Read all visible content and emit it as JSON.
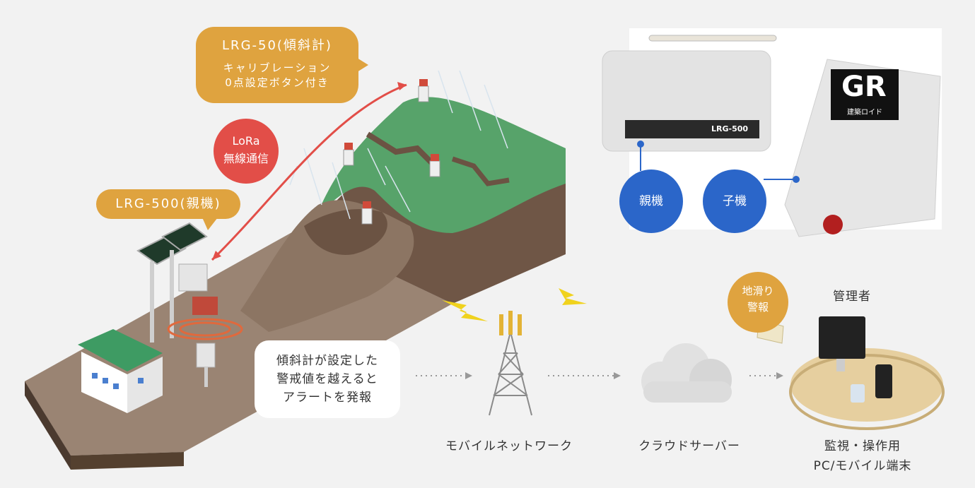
{
  "diagram": {
    "lrg50": {
      "title": "LRG-50(傾斜計)",
      "line1": "キャリブレーション",
      "line2": "0点設定ボタン付き"
    },
    "lrg500": {
      "title": "LRG-500(親機)"
    },
    "lora": {
      "line1": "LoRa",
      "line2": "無線通信"
    },
    "alert": {
      "line1": "傾斜計が設定した",
      "line2": "警戒値を越えると",
      "line3": "アラートを発報"
    },
    "warning": {
      "line1": "地滑り",
      "line2": "警報"
    },
    "device_photo": {
      "parent_label": "親機",
      "child_label": "子機",
      "parent_device_text": "LRG-500",
      "child_device_logo": "GR",
      "child_device_sub": "建築ロイド"
    },
    "captions": {
      "mobile_network": "モバイルネットワーク",
      "cloud_server": "クラウドサーバー",
      "admin": "管理者",
      "terminal_line1": "監視・操作用",
      "terminal_line2": "PC/モバイル端末"
    },
    "colors": {
      "orange": "#dfa33f",
      "red": "#e24e48",
      "blue": "#2b66c9",
      "grass": "#57a36a",
      "soil": "#7d6552",
      "background": "#f2f2f2"
    }
  }
}
